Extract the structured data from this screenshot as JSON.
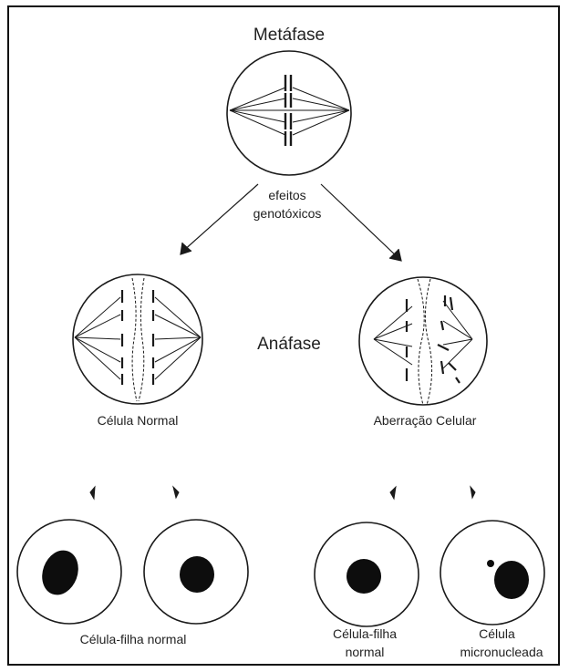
{
  "labels": {
    "metaphase": "Metáfase",
    "effects_line1": "efeitos",
    "effects_line2": "genotóxicos",
    "anaphase": "Anáfase",
    "normal_cell": "Célula Normal",
    "aberration": "Aberração Celular",
    "daughter_normal": "Célula-filha normal",
    "daughter_normal_r1": "Célula-filha",
    "daughter_normal_r2": "normal",
    "micronucleated_1": "Célula",
    "micronucleated_2": "micronucleada"
  },
  "colors": {
    "line": "#1a1a1a",
    "nucleus": "#0d0d0d",
    "background": "#ffffff"
  }
}
